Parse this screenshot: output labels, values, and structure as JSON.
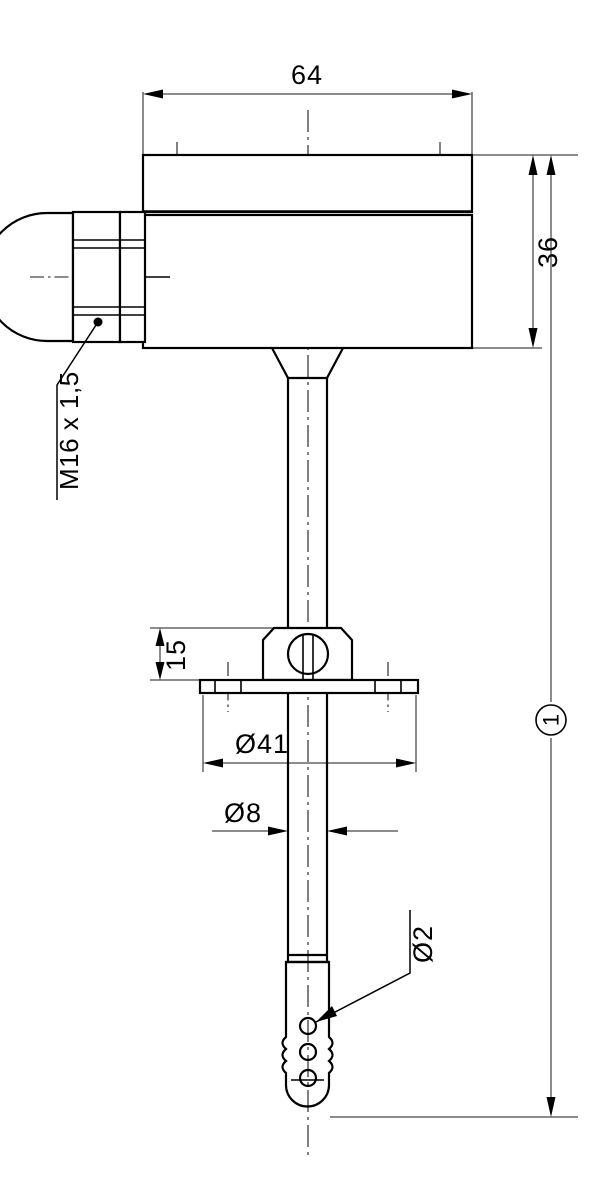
{
  "drawing": {
    "title": "Temperature sensor probe — dimensioned technical drawing",
    "background_color": "#ffffff",
    "line_color": "#000000",
    "dimensions": {
      "width_64": "64",
      "height_36": "36",
      "flange_thickness_15": "15",
      "flange_diameter_41": "Ø41",
      "shaft_diameter_8": "Ø8",
      "hole_diameter_2": "Ø2"
    },
    "notes": {
      "cable_gland_thread": "M16 x 1,5"
    },
    "balloons": {
      "item_1": "1"
    },
    "parts": [
      {
        "name": "terminal-housing-lid",
        "label": "lid"
      },
      {
        "name": "terminal-housing-body",
        "label": "housing"
      },
      {
        "name": "cable-gland",
        "label": "M16 x 1,5 cable gland"
      },
      {
        "name": "neck-taper",
        "label": "taper"
      },
      {
        "name": "probe-shaft",
        "label": "shaft Ø8"
      },
      {
        "name": "mounting-bracket",
        "label": "bracket"
      },
      {
        "name": "mounting-flange",
        "label": "flange Ø41"
      },
      {
        "name": "probe-tip",
        "label": "slotted tip with Ø2 holes"
      }
    ]
  }
}
